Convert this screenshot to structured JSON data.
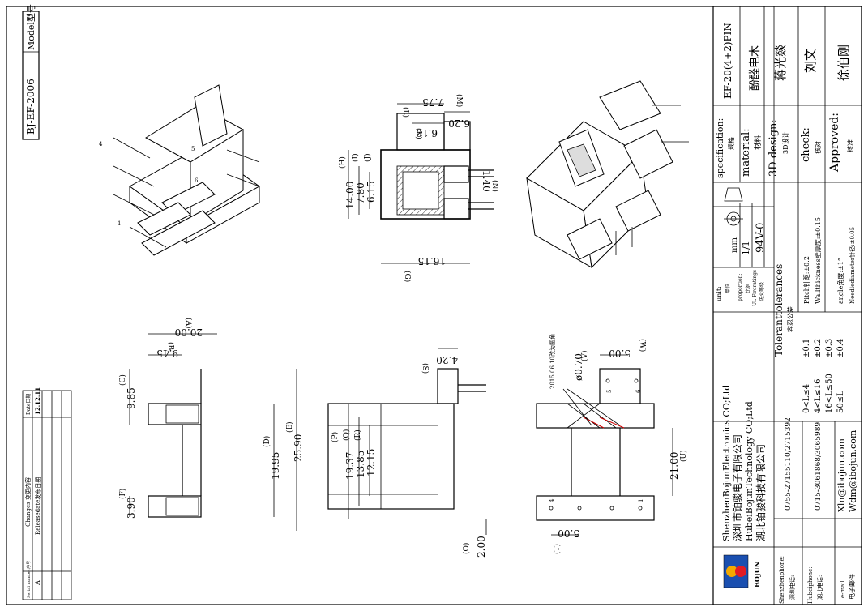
{
  "model": {
    "label": "Model型号",
    "value": "BJ-EF-2006"
  },
  "changes": {
    "header_serial": "Serial number序号",
    "header_change": "Changes 变更内容",
    "header_date": "Date日期",
    "rows": [
      {
        "serial": "A",
        "change": "Releasedate发布日期",
        "date": "12.12.11"
      }
    ]
  },
  "front_view": {
    "dims": {
      "A_label": "(A)",
      "A_value": "20.00",
      "B_label": "(B)",
      "B_value": "9.45",
      "C_label": "(C)",
      "C_value": "9.85",
      "D_label": "(D)",
      "D_value": "19.95",
      "E_label": "(E)",
      "E_value": "25.90",
      "F_label": "(F)",
      "F_value": "3.90"
    }
  },
  "side_view": {
    "dims": {
      "P_label": "(P)",
      "P_value": "19.37",
      "Q_label": "(Q)",
      "Q_value": "13.85",
      "R_label": "(R)",
      "R_value": "12.15",
      "S_label": "(S)",
      "S_value": "4.20",
      "O_label": "(O)",
      "O_value": "2.00"
    }
  },
  "bottom_view": {
    "revision_note": "2015.06.10改为圆角",
    "dims": {
      "V_label": "(V)",
      "V_value": "ø0.70",
      "W_label": "(W)",
      "W_value": "5.00",
      "T_label": "(T)",
      "T_value": "5.00",
      "U_label": "(U)",
      "U_value": "21.00"
    },
    "pins": [
      "1",
      "4",
      "5",
      "6"
    ]
  },
  "section_view": {
    "dims": {
      "L_label": "(L)",
      "L_value": "7.75",
      "M_label": "(M)",
      "M_value": "6.20",
      "K_label": "(K)",
      "K_value": "6.10",
      "H_label": "(H)",
      "H_value": "14.00",
      "I_label": "(I)",
      "I_value": "7.80",
      "J_label": "(J)",
      "J_value": "6.15",
      "N_label": "(N)",
      "N_value": "1.40",
      "G_label": "(G)",
      "G_value": "16.15"
    }
  },
  "iso_view": {
    "pin_numbers": [
      "1",
      "4",
      "5",
      "6"
    ]
  },
  "title_block": {
    "specification_label": "specification:",
    "specification_cn": "规格",
    "specification_value": "EF-20(4+2)PIN",
    "material_label": "material:",
    "material_cn": "材料",
    "material_value": "酚醛电木",
    "design_label": "3D design:",
    "design_cn": "3D设计",
    "design_value": "蒋光燚",
    "check_label": "check:",
    "check_cn": "核对",
    "check_value": "刘文",
    "approved_label": "Approved:",
    "approved_cn": "核准",
    "approved_value": "徐伯刚",
    "unit_label": "unit:",
    "unit_cn": "单位",
    "unit_value": "mm",
    "proportion_label": "proportion:",
    "proportion_cn": "比例",
    "proportion_value": "1/1",
    "fire_label": "UL Fireratings",
    "fire_cn": "防火等级",
    "fire_value": "94V-0",
    "tolerances_title": "Toleranttolerances",
    "tolerances_cn": "容忍公差",
    "tolerance_rows": [
      {
        "range": "0<L≤4",
        "tol": "±0.1"
      },
      {
        "range": "4<L≤16",
        "tol": "±0.2"
      },
      {
        "range": "16<L≤50",
        "tol": "±0.3"
      },
      {
        "range": "50≤L",
        "tol": "±0.4"
      }
    ],
    "spec_notes": [
      "Pitch针距:±0.2",
      "Wallthickness壁厚度:±0.15",
      "angle角度:±1°",
      "Needlediameter针径:±0.05"
    ],
    "company": {
      "brand": "BOJUN",
      "line1": "ShenzhenBojunElectronics CO;Ltd",
      "line2": "深圳市铂骏电子有限公司",
      "line3": "HubeiBojunTechnology CO;Ltd",
      "line4": "湖北铂骏科技有限公司"
    },
    "contacts": [
      {
        "label": "Shenzhenphone:",
        "label_cn": "深圳电话:",
        "value": "0755-27155110/2715392"
      },
      {
        "label": "Hubeiphone:",
        "label_cn": "湖北电话:",
        "value": "0715-3061868/3065989"
      },
      {
        "label": "e-mail",
        "label_cn": "电子邮件",
        "value": "Xln@ibojun.com",
        "value2": "Wdm@ibojun.com"
      }
    ]
  }
}
